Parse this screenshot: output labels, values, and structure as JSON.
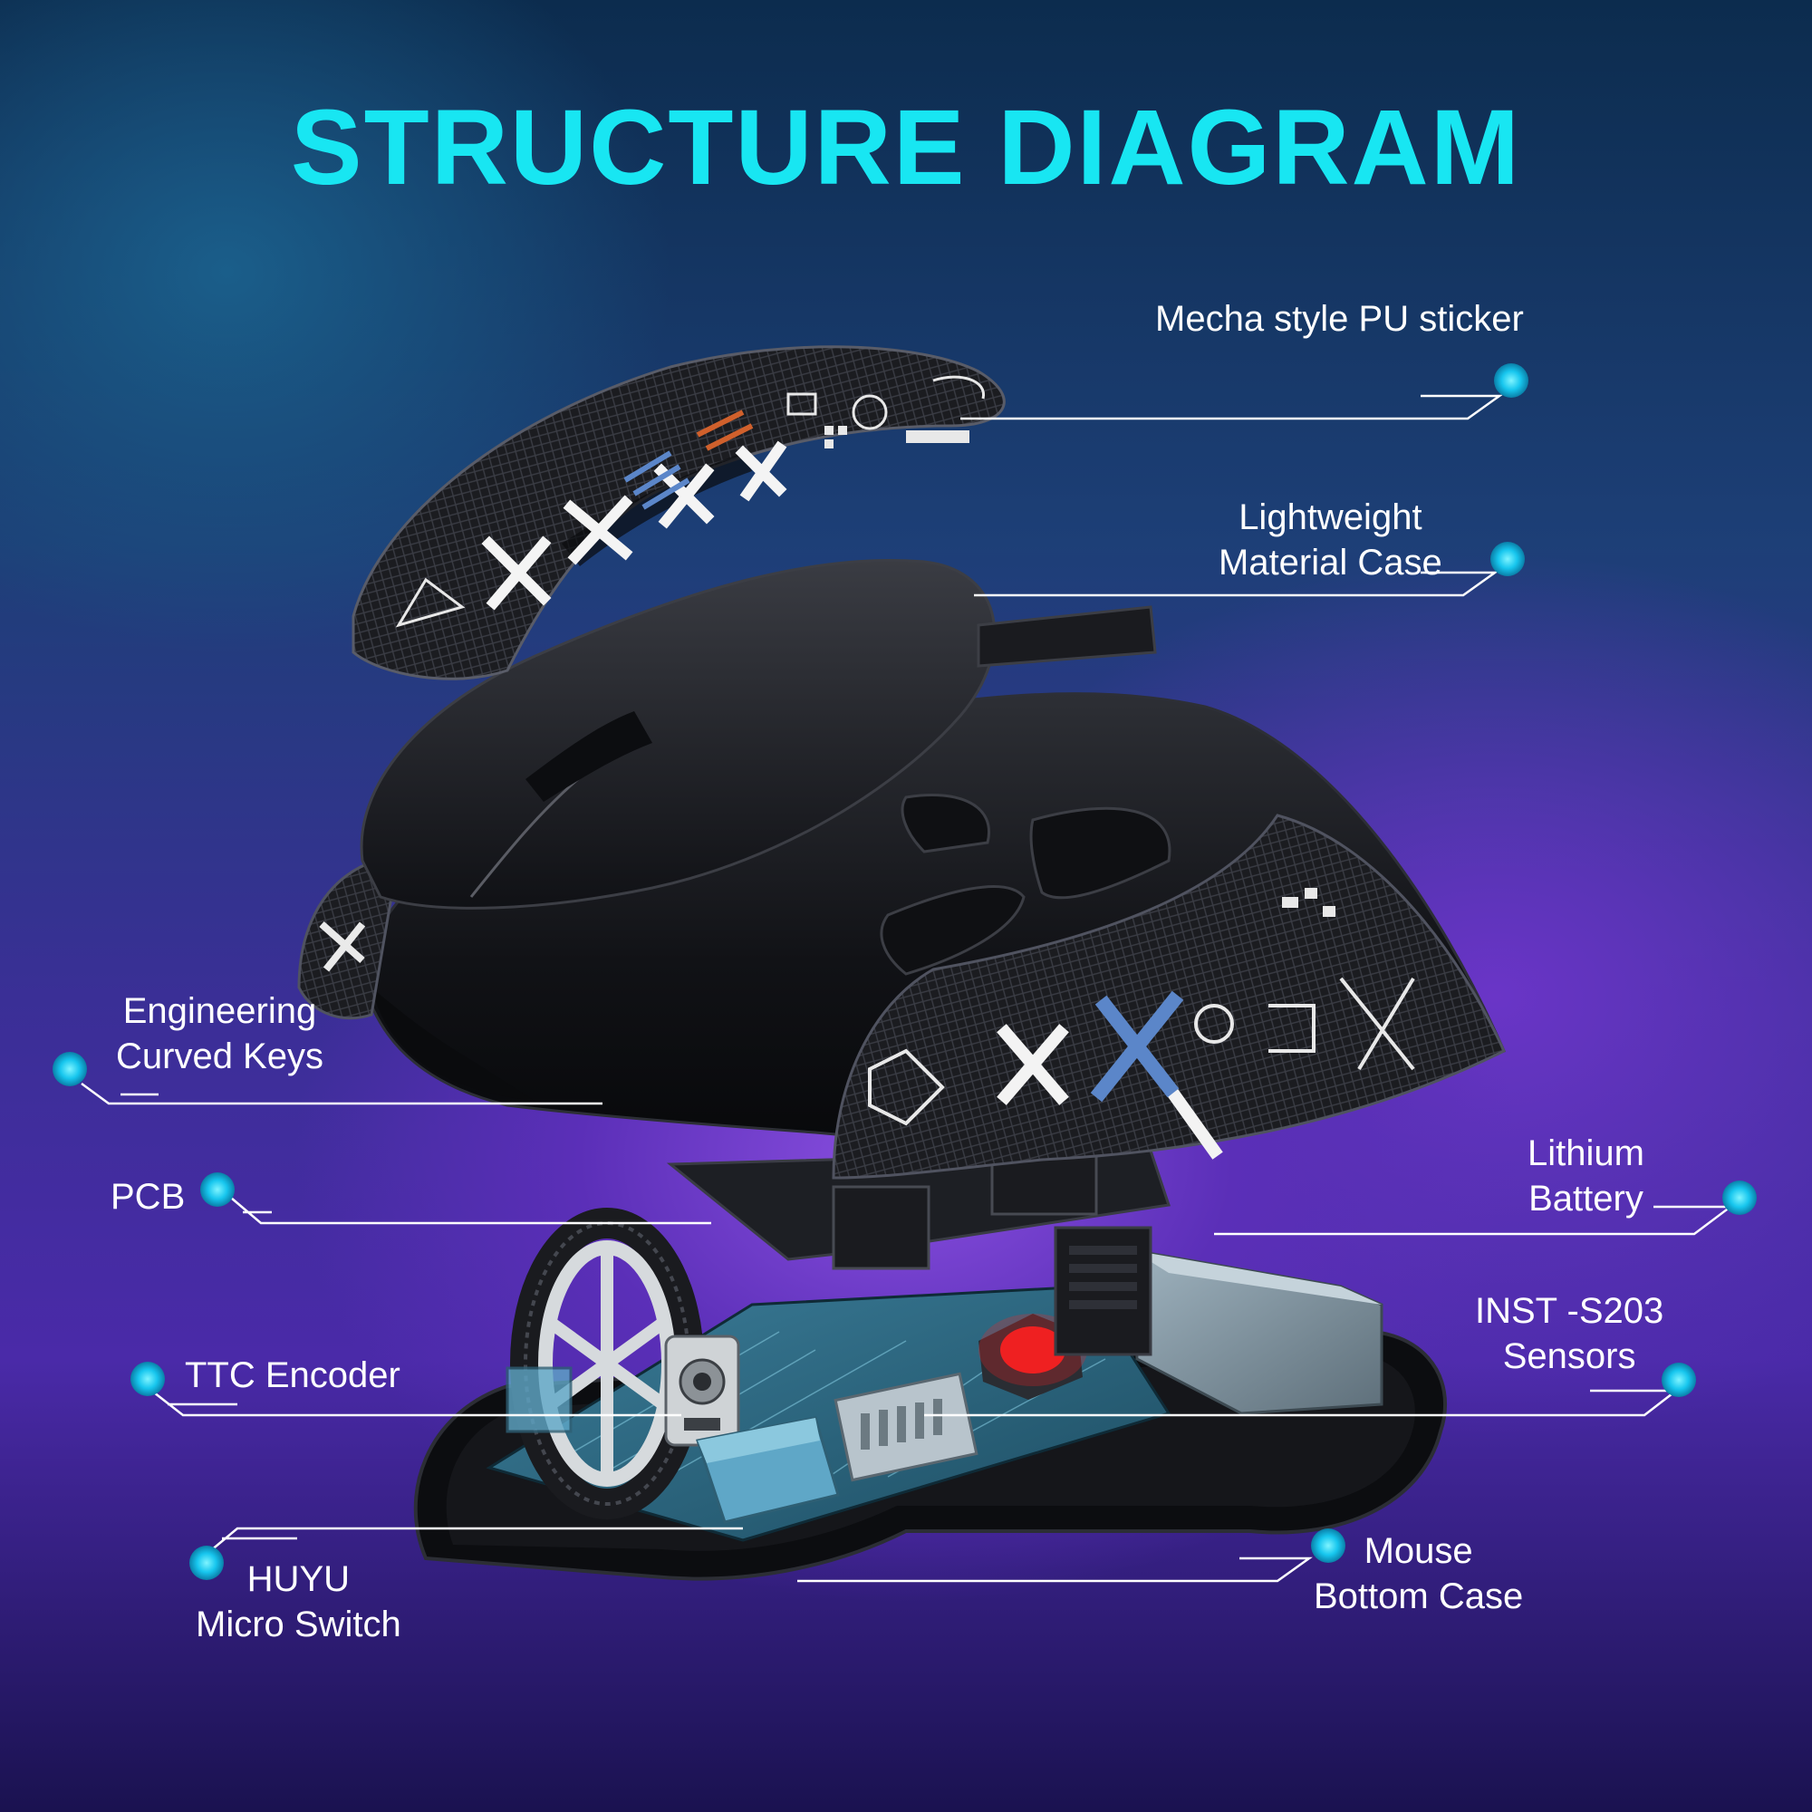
{
  "title": "STRUCTURE DIAGRAM",
  "colors": {
    "title": "#18e6f2",
    "dot": "#17c6ee",
    "line": "#ffffff",
    "mouse_body": "#121316",
    "pcb": "#2a5f78",
    "sticker_accent_blue": "#5b86c9",
    "sticker_accent_orange": "#d0602c",
    "sensor_led": "#ff2020",
    "switch": "#5fa7c7"
  },
  "labels": {
    "sticker": "Mecha style PU sticker",
    "case": {
      "line1": "Lightweight",
      "line2": "Material Case"
    },
    "keys": {
      "line1": "Engineering",
      "line2": "Curved Keys"
    },
    "pcb": "PCB",
    "battery": {
      "line1": "Lithium",
      "line2": "Battery"
    },
    "sensor": {
      "line1": "INST -S203",
      "line2": "Sensors"
    },
    "encoder": "TTC Encoder",
    "switch": {
      "line1": "HUYU",
      "line2": "Micro Switch"
    },
    "bottom": {
      "line1": "Mouse",
      "line2": "Bottom Case"
    }
  }
}
